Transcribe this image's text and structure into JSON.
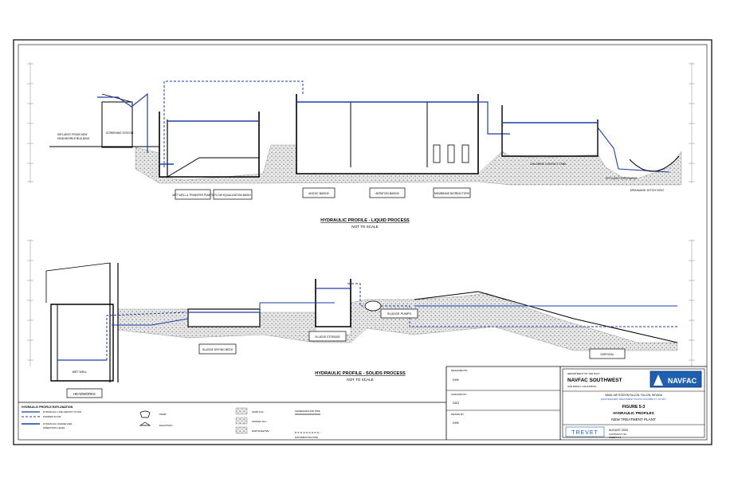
{
  "profile1": {
    "title": "HYDRAULIC PROFILE - LIQUID PROCESS",
    "subtitle": "NOT TO SCALE",
    "labels": {
      "headworks_label": "HEADWORKS BUILDING",
      "screening": "SCREENING STATION",
      "pumps": "WET WELL & TRANSFER PUMPS",
      "equalization": "FLOW EQUALIZATION BASIN",
      "anoxic": "ANOXIC BASINS",
      "aeration": "AERATION BASINS",
      "membrane": "MEMBRANE BIOREACTORS",
      "contact_tank": "CHLORINE CONTACT TANK",
      "effluent": "EFFLUENT DISCHARGE",
      "drainage": "DRAINAGE DITCH DISC"
    }
  },
  "profile2": {
    "title": "HYDRAULIC PROFILE - SOLIDS PROCESS",
    "subtitle": "NOT TO SCALE",
    "labels": {
      "headworks": "HEADWORKS",
      "wet_well": "WET WELL",
      "drying_beds": "SLUDGE DRYING BEDS",
      "storage": "SLUDGE STORAGE",
      "sludge_pumps": "SLUDGE PUMPS",
      "disposal": "DISPOSAL"
    }
  },
  "legend": {
    "title": "HYDRAULIC PROFILE EXPLANATION",
    "items": [
      "HYDRAULIC LINE GRAVITY FLOW",
      "PUMPED FLOW",
      "HYDRAULIC GRADE LINE",
      "OPERATING LEVEL"
    ],
    "pump": "PUMP",
    "elevation": "ELEVATION",
    "fill_labels": [
      "SAND FILL",
      "GRAVEL FILL",
      "EARTH/NATIVE"
    ],
    "pipe_labels": [
      "UNDERGROUND PIPE",
      "DISTRIBUTION PIPE"
    ]
  },
  "title_block": {
    "designed_by": "DESIGNED BY:",
    "designed_val": "DHK",
    "checked_by": "CHECKED BY:",
    "checked_val": "DSG",
    "drawn_by": "DRAWN BY:",
    "drawn_val": "DHK",
    "dept": "DEPARTMENT OF THE NAVY",
    "org": "NAVFAC SOUTHWEST",
    "city": "SAN DIEGO, CALIFORNIA",
    "logo": "NAVFAC",
    "station": "NAVAL AIR STATION FALLON, FALLON, NEVADA",
    "study": "WASTEWATER TREATMENT PLANT FEASIBILITY STUDY",
    "figure": "FIGURE 5-3",
    "fig_title1": "HYDRAULIC PROFILES",
    "fig_title2": "NEW TREATMENT PLANT",
    "company": "TREVET",
    "date": "AUGUST 2009",
    "contract": "CONTRACT NO.",
    "sheet": "SHEET 5-3"
  },
  "colors": {
    "water": "#1a3fa8",
    "line": "#111111",
    "fill": "#d9d9d9",
    "accent": "#1f5fb0"
  }
}
